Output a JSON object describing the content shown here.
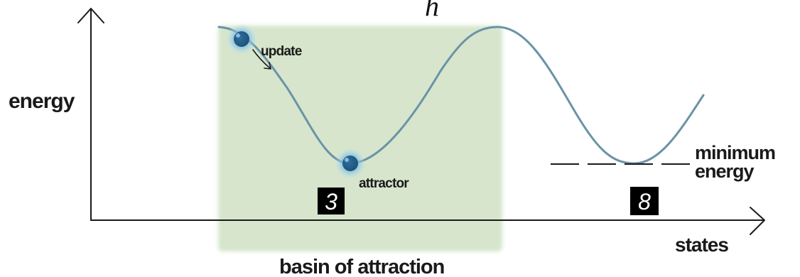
{
  "top_symbol": "h",
  "labels": {
    "energy": "energy",
    "states": "states",
    "basin": "basin of attraction",
    "update": "update",
    "attractor": "attractor",
    "minimum_line1": "minimum",
    "minimum_line2": "energy"
  },
  "digits": {
    "left": "3",
    "right": "8"
  },
  "colors": {
    "curve": "#6a93a6",
    "basin_fill": "#cfe1c4",
    "ball": "#3d8bbf",
    "axis": "#1a1a1a"
  }
}
